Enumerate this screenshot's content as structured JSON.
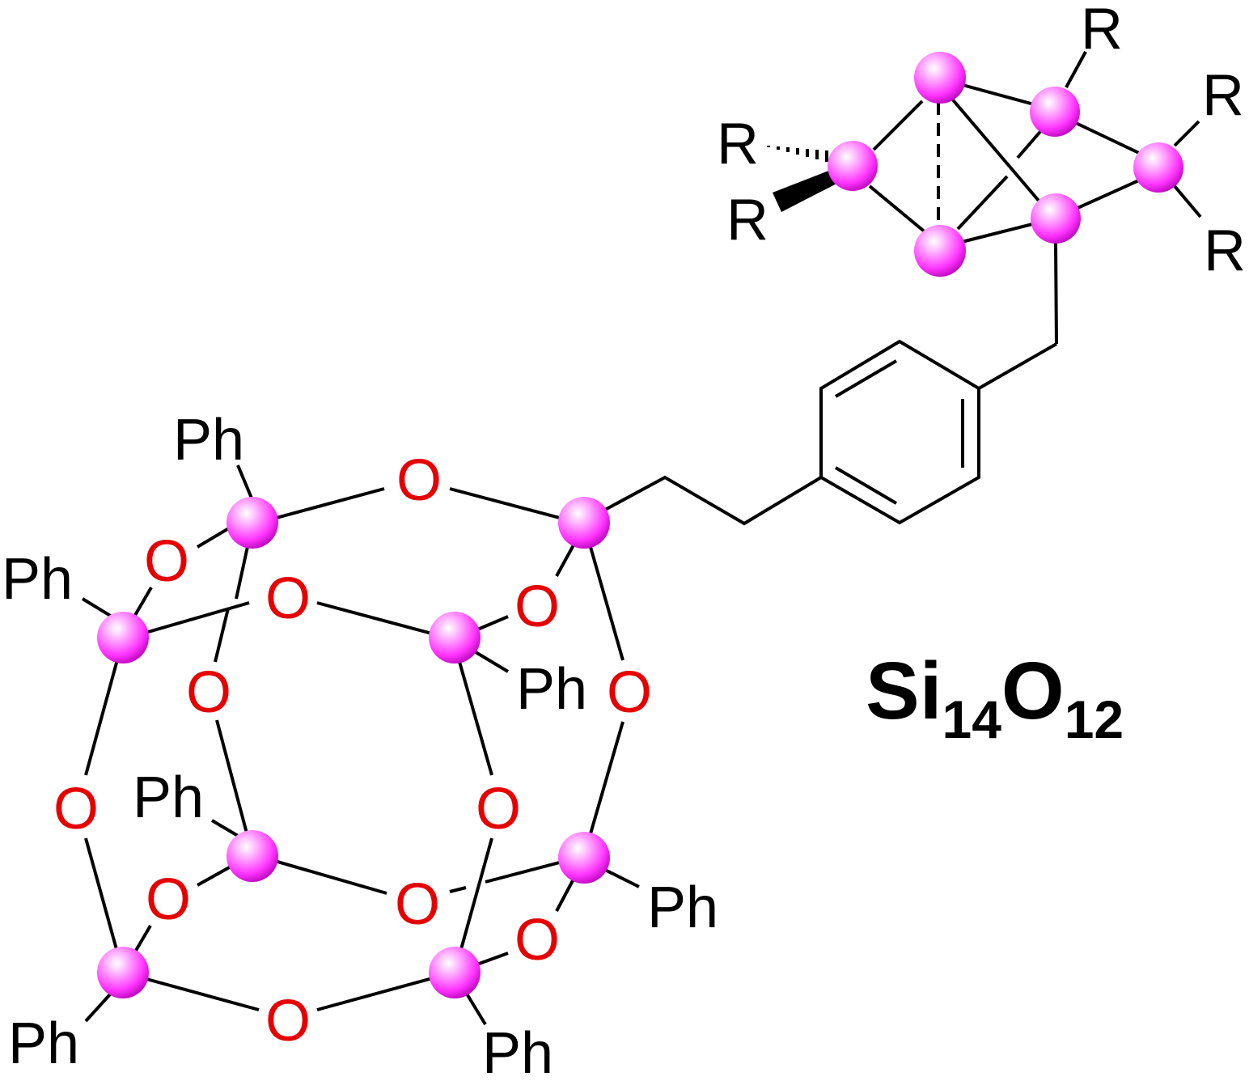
{
  "formula": {
    "main1": "Si",
    "sub1": "14",
    "main2": "O",
    "sub2": "12"
  },
  "labels": {
    "phenyl": "Ph",
    "oxygen": "O",
    "r_group": "R"
  },
  "colors": {
    "silicon": "#ff33ff",
    "oxygen": "#e60000",
    "bond": "#000000",
    "text": "#000000"
  }
}
